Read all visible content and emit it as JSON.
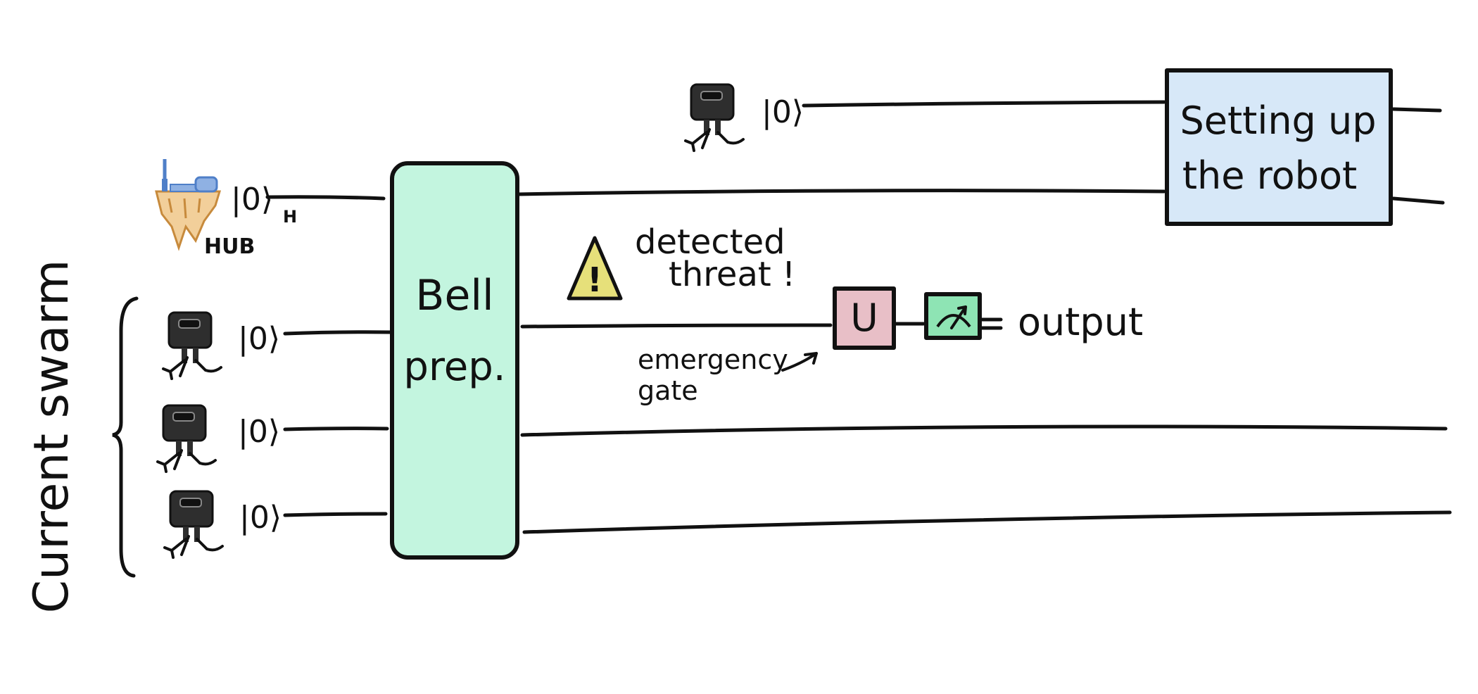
{
  "ket_label": "|0⟩",
  "hub": {
    "label": "HUB",
    "subscript": "H"
  },
  "swarm_label": "Current swarm",
  "bell_box": {
    "line1": "Bell",
    "line2": "prep."
  },
  "setup_box": {
    "line1": "Setting up",
    "line2": "the robot"
  },
  "threat": {
    "line1": "detected",
    "line2": "threat !",
    "symbol": "!"
  },
  "emergency": {
    "line1": "emergency",
    "line2": "gate"
  },
  "unitary_gate": "U",
  "measurement_icon": "meter-icon",
  "output_label": "output",
  "colors": {
    "bell_fill": "#c3f5df",
    "setup_fill": "#d7e8f8",
    "unitary_fill": "#e8bfc7",
    "meter_fill": "#8ee4b4",
    "warning_fill": "#e6e07a",
    "robot_body": "#2e2e2e",
    "hub_rock": "#f2cf9a",
    "hub_city": "#4f7fc8"
  }
}
